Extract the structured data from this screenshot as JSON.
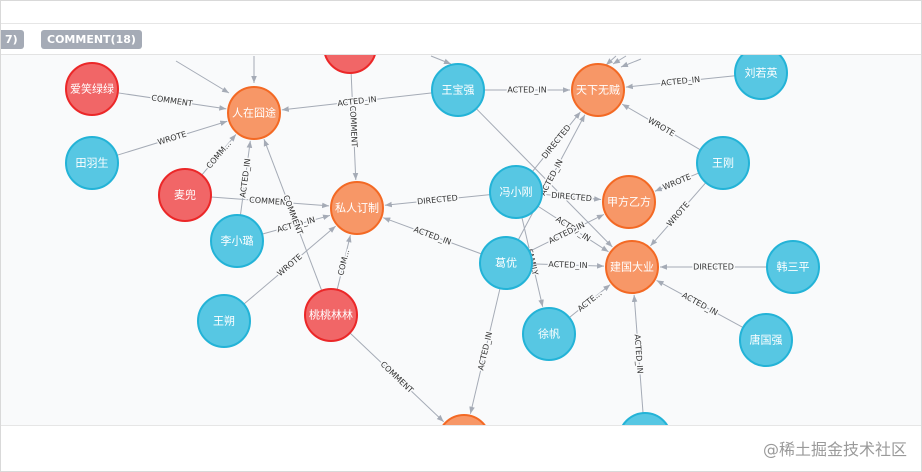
{
  "tags": {
    "partial_label": "7)",
    "comment_label": "COMMENT(18)"
  },
  "watermark": "@稀土掘金技术社区",
  "colors": {
    "person_fill": "#57c7e3",
    "person_stroke": "#23b3d7",
    "movie_fill": "#f79767",
    "movie_stroke": "#f36924",
    "user_fill": "#f16667",
    "user_stroke": "#eb2728",
    "edge": "#a5abb6"
  },
  "nodes": [
    {
      "id": "aixiao",
      "label": "爱笑绿绿",
      "type": "user"
    },
    {
      "id": "tianyusheng",
      "label": "田羽生",
      "type": "person"
    },
    {
      "id": "maidou",
      "label": "麦兜",
      "type": "user"
    },
    {
      "id": "lixiaolu",
      "label": "李小璐",
      "type": "person"
    },
    {
      "id": "wangshuo",
      "label": "王朔",
      "type": "person"
    },
    {
      "id": "taotao",
      "label": "桃桃林林",
      "type": "user"
    },
    {
      "id": "renzaijiongtu",
      "label": "人在囧途",
      "type": "movie"
    },
    {
      "id": "siren",
      "label": "私人订制",
      "type": "movie"
    },
    {
      "id": "wangbaoqiang",
      "label": "王宝强",
      "type": "person"
    },
    {
      "id": "tianxia",
      "label": "天下无贼",
      "type": "movie"
    },
    {
      "id": "liuruoying",
      "label": "刘若英",
      "type": "person"
    },
    {
      "id": "fengxiaogang",
      "label": "冯小刚",
      "type": "person"
    },
    {
      "id": "jiafang",
      "label": "甲方乙方",
      "type": "movie"
    },
    {
      "id": "wanggang",
      "label": "王刚",
      "type": "person"
    },
    {
      "id": "geyou",
      "label": "葛优",
      "type": "person"
    },
    {
      "id": "jianguo",
      "label": "建国大业",
      "type": "movie"
    },
    {
      "id": "hansanping",
      "label": "韩三平",
      "type": "person"
    },
    {
      "id": "xufan",
      "label": "徐帆",
      "type": "person"
    },
    {
      "id": "tangguoqiang",
      "label": "唐国强",
      "type": "person"
    },
    {
      "id": "topred",
      "label": "",
      "type": "user"
    },
    {
      "id": "bottommovie",
      "label": "",
      "type": "movie"
    },
    {
      "id": "bottomperson",
      "label": "",
      "type": "person"
    }
  ],
  "edges": [
    {
      "from": "aixiao",
      "to": "renzaijiongtu",
      "label": "COMMENT"
    },
    {
      "from": "tianyusheng",
      "to": "renzaijiongtu",
      "label": "WROTE"
    },
    {
      "from": "maidou",
      "to": "renzaijiongtu",
      "label": "COMM..."
    },
    {
      "from": "maidou",
      "to": "siren",
      "label": "COMMENT"
    },
    {
      "from": "lixiaolu",
      "to": "renzaijiongtu",
      "label": "ACTED_IN"
    },
    {
      "from": "lixiaolu",
      "to": "siren",
      "label": "ACTED_IN"
    },
    {
      "from": "wangshuo",
      "to": "siren",
      "label": "WROTE"
    },
    {
      "from": "taotao",
      "to": "renzaijiongtu",
      "label": "COMMENT"
    },
    {
      "from": "taotao",
      "to": "siren",
      "label": "COM..."
    },
    {
      "from": "taotao",
      "to": "bottommovie",
      "label": "COMMENT"
    },
    {
      "from": "topred",
      "to": "siren",
      "label": "COMMENT"
    },
    {
      "from": "wangbaoqiang",
      "to": "renzaijiongtu",
      "label": "ACTED_IN"
    },
    {
      "from": "wangbaoqiang",
      "to": "tianxia",
      "label": "ACTED_IN"
    },
    {
      "from": "wangbaoqiang",
      "to": "jianguo",
      "label": ""
    },
    {
      "from": "liuruoying",
      "to": "tianxia",
      "label": "ACTED_IN"
    },
    {
      "from": "fengxiaogang",
      "to": "siren",
      "label": "DIRECTED"
    },
    {
      "from": "fengxiaogang",
      "to": "tianxia",
      "label": "DIRECTED"
    },
    {
      "from": "fengxiaogang",
      "to": "jiafang",
      "label": "DIRECTED"
    },
    {
      "from": "fengxiaogang",
      "to": "jianguo",
      "label": "ACTED_IN"
    },
    {
      "from": "fengxiaogang",
      "to": "xufan",
      "label": "FAMILY"
    },
    {
      "from": "wanggang",
      "to": "tianxia",
      "label": "WROTE"
    },
    {
      "from": "wanggang",
      "to": "jiafang",
      "label": "WROTE"
    },
    {
      "from": "wanggang",
      "to": "jianguo",
      "label": "WROTE"
    },
    {
      "from": "geyou",
      "to": "siren",
      "label": "ACTED_IN"
    },
    {
      "from": "geyou",
      "to": "tianxia",
      "label": "ACTED_IN"
    },
    {
      "from": "geyou",
      "to": "jiafang",
      "label": "ACTED_IN"
    },
    {
      "from": "geyou",
      "to": "jianguo",
      "label": "ACTED_IN"
    },
    {
      "from": "geyou",
      "to": "bottommovie",
      "label": "ACTED_IN"
    },
    {
      "from": "hansanping",
      "to": "jianguo",
      "label": "DIRECTED"
    },
    {
      "from": "xufan",
      "to": "jianguo",
      "label": "ACTE..."
    },
    {
      "from": "tangguoqiang",
      "to": "jianguo",
      "label": "ACTED_IN"
    },
    {
      "from": "bottomperson",
      "to": "jianguo",
      "label": "ACTED_IN"
    }
  ]
}
